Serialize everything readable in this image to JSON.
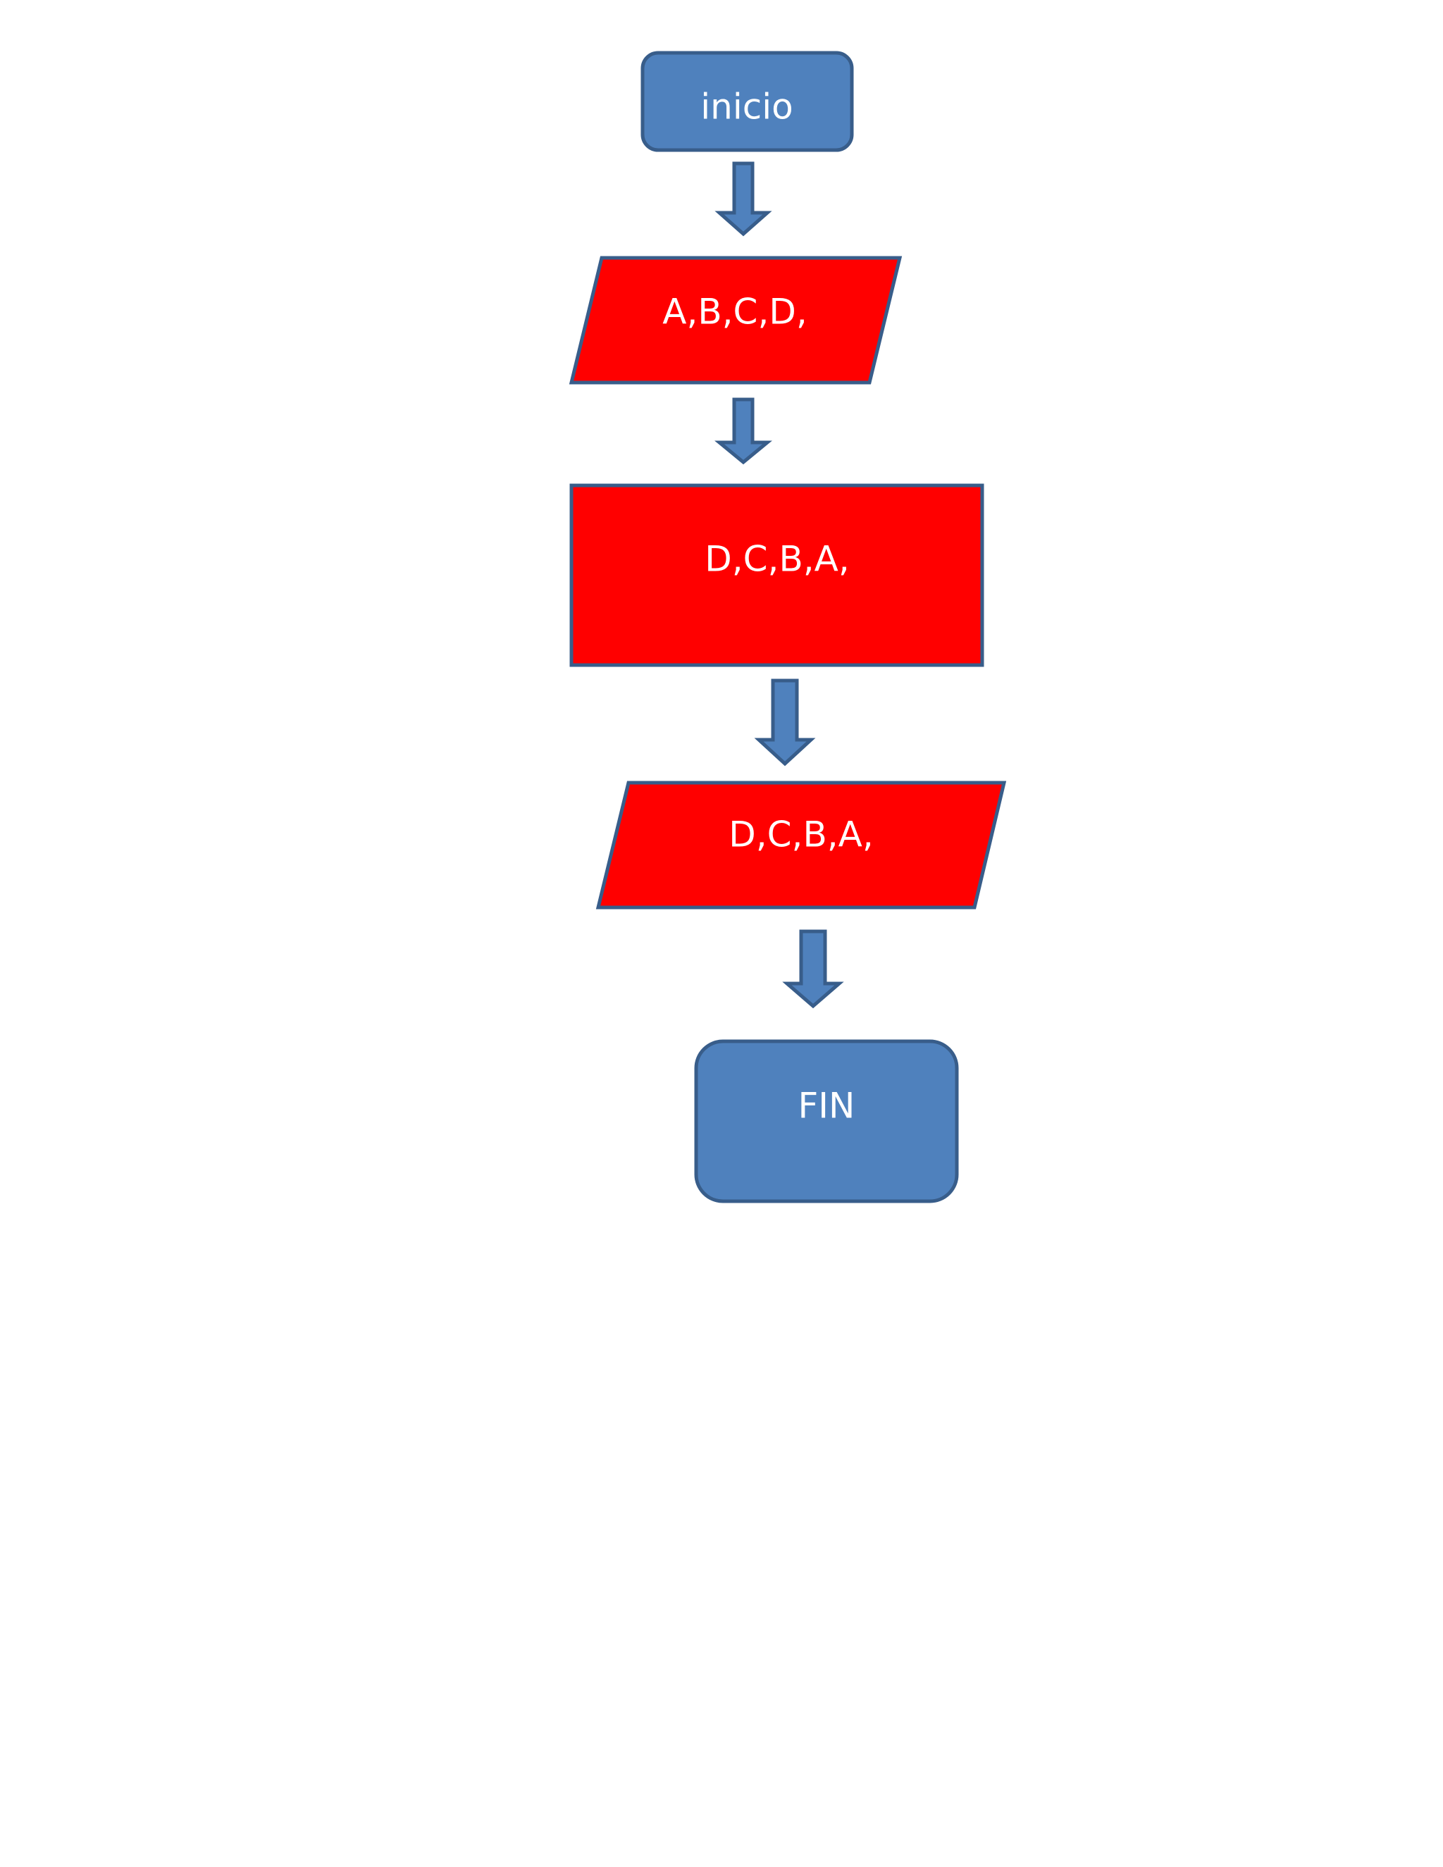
{
  "colors": {
    "terminal_fill": "#4f81bd",
    "process_fill": "#ff0000",
    "outline": "#385d8a",
    "arrow_fill": "#4f81bd",
    "text": "#ffffff",
    "background": "#ffffff"
  },
  "flowchart": {
    "start": {
      "label": "inicio",
      "shape": "rounded-rectangle"
    },
    "input": {
      "label": "A,B,C,D,",
      "shape": "parallelogram"
    },
    "process": {
      "label": "D,C,B,A,",
      "shape": "rectangle"
    },
    "output": {
      "label": "D,C,B,A,",
      "shape": "parallelogram"
    },
    "end": {
      "label": "FIN",
      "shape": "rounded-rectangle"
    },
    "connectors": [
      "down-arrow",
      "down-arrow",
      "down-arrow",
      "down-arrow"
    ]
  }
}
